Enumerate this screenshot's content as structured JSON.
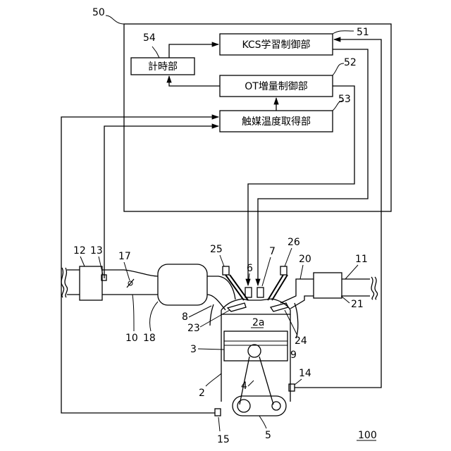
{
  "boxes": {
    "kcs": "KCS学習制御部",
    "ot": "OT増量制御部",
    "catalyst": "触媒温度取得部",
    "timer": "計時部"
  },
  "refs": {
    "r50": "50",
    "r51": "51",
    "r52": "52",
    "r53": "53",
    "r54": "54",
    "r100": "100",
    "r2": "2",
    "r2a": "2a",
    "r3": "3",
    "r4": "4",
    "r5": "5",
    "r6": "6",
    "r7": "7",
    "r8": "8",
    "r9": "9",
    "r10": "10",
    "r11": "11",
    "r12": "12",
    "r13": "13",
    "r14": "14",
    "r15": "15",
    "r17": "17",
    "r18": "18",
    "r20": "20",
    "r21": "21",
    "r23": "23",
    "r24": "24",
    "r25": "25",
    "r26": "26"
  }
}
